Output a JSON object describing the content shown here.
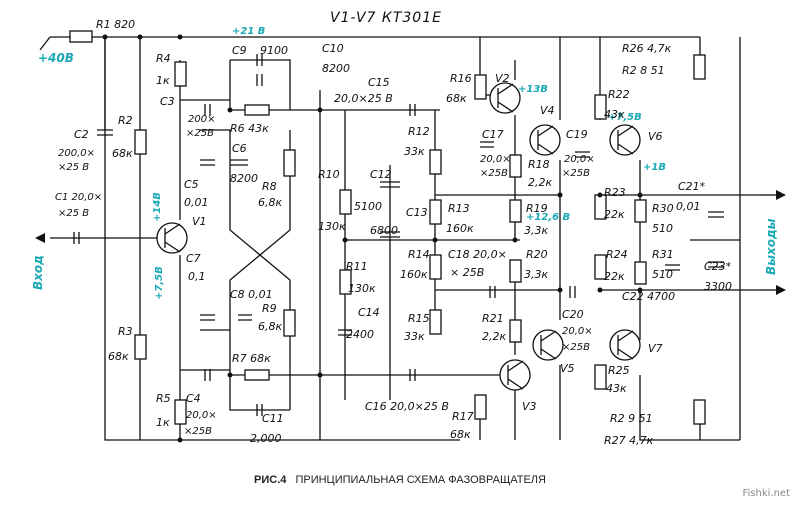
{
  "title": "V1-V7 КТ301Е",
  "caption": {
    "fig": "РИС.4",
    "text": "ПРИНЦИПИАЛЬНАЯ СХЕМА ФАЗОВРАЩАТЕЛЯ"
  },
  "watermark": "Fishki.net",
  "voltages": {
    "v40": "+40В",
    "v21": "+21 В",
    "v14": "+14В",
    "v75a": "+7,5В",
    "v13": "+13В",
    "v75b": "+7,5В",
    "v1": "+1В",
    "v126": "+12,6 В"
  },
  "io": {
    "input": "Вход",
    "outputs": "Выходы"
  },
  "parts": {
    "R1": "R1 820",
    "R2": "R2",
    "R2v": "68к",
    "R3": "R3",
    "R3v": "68к",
    "R4": "R4",
    "R4v": "1к",
    "R5": "R5",
    "R5v": "1к",
    "R6": "R6 43к",
    "R7": "R7 68к",
    "R8": "R8",
    "R8v": "6,8к",
    "R9": "R9",
    "R9v": "6,8к",
    "R10": "R10",
    "R10v": "130к",
    "R11": "R11",
    "R11v": "130к",
    "R12": "R12",
    "R12v": "33к",
    "R13": "R13",
    "R13v": "160к",
    "R14": "R14",
    "R14v": "160к",
    "R15": "R15",
    "R15v": "33к",
    "R16": "R16",
    "R16v": "68к",
    "R17": "R17",
    "R17v": "68к",
    "R18": "R18",
    "R18v": "2,2к",
    "R19": "R19",
    "R19v": "3,3к",
    "R20": "R20",
    "R20v": "3,3к",
    "R21": "R21",
    "R21v": "2,2к",
    "R22": "R22",
    "R22v": "43к",
    "R23": "R23",
    "R23v": "22к",
    "R24": "R24",
    "R24v": "22к",
    "R25": "R25",
    "R25v": "43к",
    "R26": "R26 4,7к",
    "R27": "R27 4,7к",
    "R28": "R2 8  51",
    "R29": "R2 9  51",
    "R30": "R30",
    "R30v": "510",
    "R31": "R31",
    "R31v": "510",
    "C1": "C1 20,0×",
    "C1v": "×25 В",
    "C2": "C2",
    "C2a": "200,0×",
    "C2b": "×25 В",
    "C3": "C3",
    "C3v": "200×",
    "C3w": "×25В",
    "C4": "C4",
    "C4v": "20,0×",
    "C4w": "×25В",
    "C5": "C5",
    "C5v": "0,01",
    "C6": "C6",
    "C6v": "8200",
    "C7": "C7",
    "C7v": "0,1",
    "C8": "C8 0,01",
    "C9": "C9",
    "C9v": "9100",
    "C10": "C10",
    "C10v": "8200",
    "C11": "C11",
    "C11v": "2,000",
    "C12": "C12",
    "C12v": "5100",
    "C13": "C13",
    "C13v": "6800",
    "C14": "C14",
    "C14v": "2400",
    "C15": "C15",
    "C15v": "20,0×25 В",
    "C16": "C16  20,0×25 В",
    "C17": "C17",
    "C17v": "20,0×",
    "C17w": "×25В",
    "C18": "C18 20,0×",
    "C18v": "× 25В",
    "C19": "C19",
    "C19v": "20,0×",
    "C19w": "×25В",
    "C20": "C20",
    "C20v": "20,0×",
    "C20w": "×25В",
    "C21": "C21*",
    "C21v": "0,01",
    "C22": "C22 4700",
    "C23": "C23*",
    "C23v": "3300",
    "V1": "V1",
    "V2": "V2",
    "V3": "V3",
    "V4": "V4",
    "V5": "V5",
    "V6": "V6",
    "V7": "V7"
  }
}
